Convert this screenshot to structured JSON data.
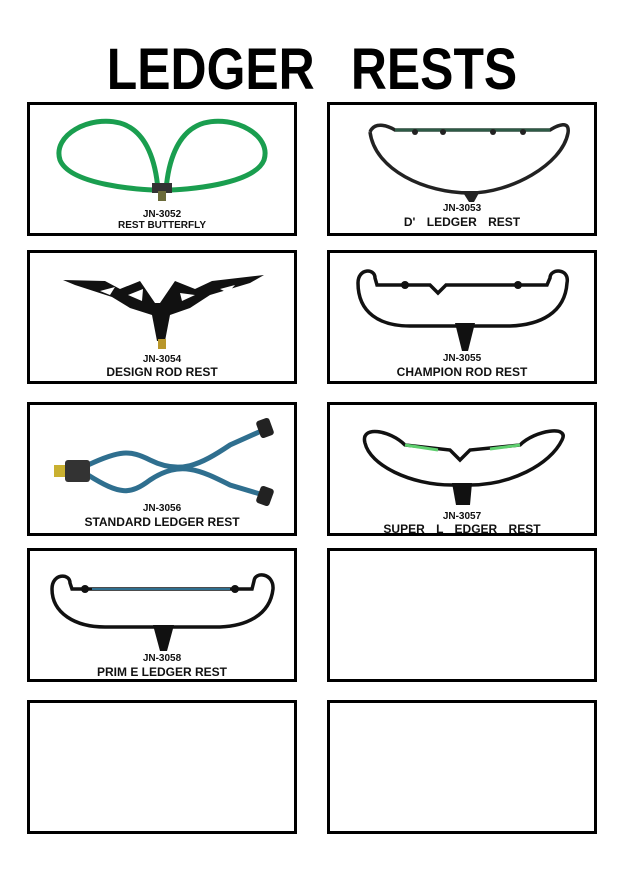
{
  "page": {
    "title": "LEDGER   RESTS"
  },
  "products": [
    {
      "code": "JN-3052",
      "name": "REST BUTTERFLY",
      "color": "#1a9e4f"
    },
    {
      "code": "JN-3053",
      "name": "D'  LEDGER  REST",
      "color": "#2a2a2a"
    },
    {
      "code": "JN-3054",
      "name": "DESIGN ROD REST",
      "color": "#111111"
    },
    {
      "code": "JN-3055",
      "name": "CHAMPION ROD REST",
      "color": "#111111"
    },
    {
      "code": "JN-3056",
      "name": "STANDARD LEDGER REST",
      "color": "#2f6f8f"
    },
    {
      "code": "JN-3057",
      "name": "SUPER  L EDGER  REST",
      "color": "#111111"
    },
    {
      "code": "JN-3058",
      "name": "PRIM E LEDGER REST",
      "color": "#111111"
    }
  ],
  "empty_slots": 3
}
